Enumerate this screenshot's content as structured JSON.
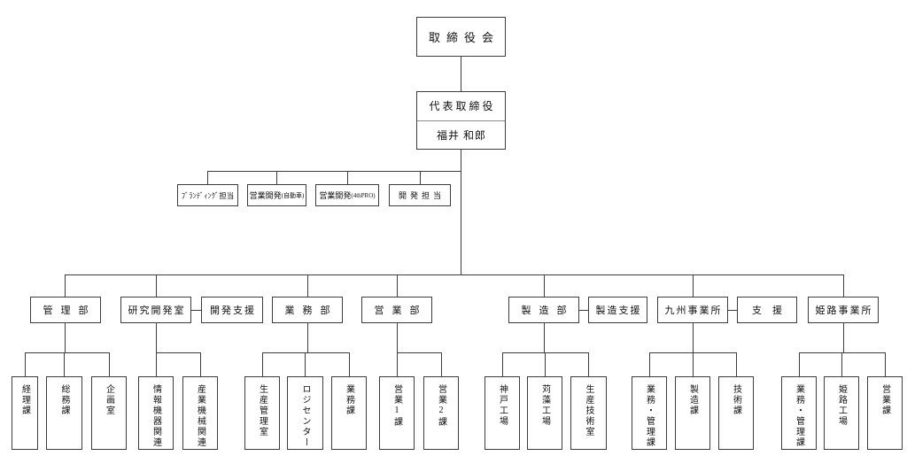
{
  "org": {
    "colors": {
      "line": "#3d3d3d",
      "background": "#ffffff",
      "text": "#111111"
    },
    "board": {
      "label": "取締役会"
    },
    "ceo": {
      "title": "代表取締役",
      "name": "福井 和郎"
    },
    "staff": [
      {
        "label": "ﾌﾞﾗﾝﾃﾞｨﾝｸﾞ担当"
      },
      {
        "label": "営業開発",
        "sub": "(自動車)"
      },
      {
        "label": "営業開発",
        "sub": "(4thPRO)"
      },
      {
        "label": "開発担当"
      }
    ],
    "departments": [
      {
        "label": "管理部"
      },
      {
        "label": "研究開発室"
      },
      {
        "label": "業務部"
      },
      {
        "label": "営業部"
      },
      {
        "label": "製造部"
      },
      {
        "label": "九州事業所"
      },
      {
        "label": "姫路事業所"
      }
    ],
    "support_units": [
      {
        "label": "開発支援",
        "attached_to": "研究開発室"
      },
      {
        "label": "製造支援",
        "attached_to": "製造部"
      },
      {
        "label": "支援",
        "attached_to": "九州事業所"
      }
    ],
    "sections": [
      {
        "label": "経理課",
        "parent": "管理部"
      },
      {
        "label": "総務課",
        "parent": "管理部"
      },
      {
        "label": "企画室",
        "parent": "管理部"
      },
      {
        "label": "情報機器関連",
        "parent": "研究開発室"
      },
      {
        "label": "産業機械関連",
        "parent": "研究開発室"
      },
      {
        "label": "生産管理室",
        "parent": "業務部"
      },
      {
        "label": "ロジセンター",
        "parent": "業務部"
      },
      {
        "label": "業務課",
        "parent": "業務部"
      },
      {
        "label": "営業1課",
        "parent": "営業部"
      },
      {
        "label": "営業2課",
        "parent": "営業部"
      },
      {
        "label": "神戸工場",
        "parent": "製造部"
      },
      {
        "label": "苅藻工場",
        "parent": "製造部"
      },
      {
        "label": "生産技術室",
        "parent": "製造部"
      },
      {
        "label": "業務・管理課",
        "parent": "九州事業所"
      },
      {
        "label": "製造課",
        "parent": "九州事業所"
      },
      {
        "label": "技術課",
        "parent": "九州事業所"
      },
      {
        "label": "業務・管理課",
        "parent": "姫路事業所"
      },
      {
        "label": "姫路工場",
        "parent": "姫路事業所"
      },
      {
        "label": "営業課",
        "parent": "姫路事業所"
      }
    ]
  }
}
